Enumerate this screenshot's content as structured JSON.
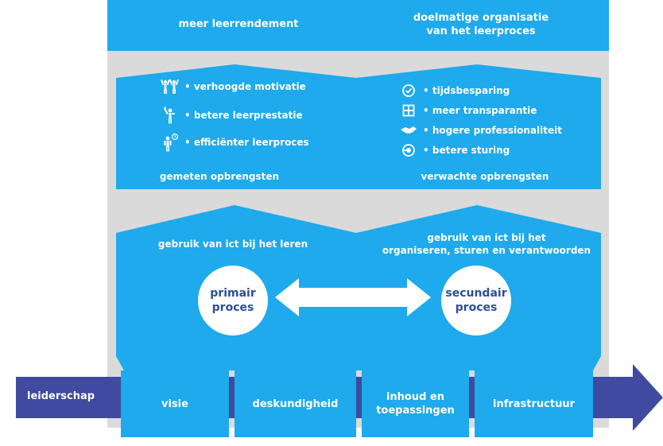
{
  "top": {
    "left_label": "meer leerrendement",
    "right_label_line1": "doelmatige organisatie",
    "right_label_line2": "van het leerproces"
  },
  "benefits": {
    "measured": {
      "items": [
        {
          "icon": "people-cheering-icon",
          "label": "• verhoogde motivatie"
        },
        {
          "icon": "person-reaching-icon",
          "label": "• betere leerprestatie"
        },
        {
          "icon": "person-clock-icon",
          "label": "• efficiënter leerproces"
        }
      ],
      "title": "gemeten opbrengsten"
    },
    "expected": {
      "items": [
        {
          "icon": "clock-check-icon",
          "label": "• tijdsbesparing"
        },
        {
          "icon": "window-grid-icon",
          "label": "• meer transparantie"
        },
        {
          "icon": "handshake-icon",
          "label": "• hogere professionaliteit"
        },
        {
          "icon": "steering-icon",
          "label": "• betere sturing"
        }
      ],
      "title": "verwachte opbrengsten"
    }
  },
  "processes": {
    "left_heading": "gebruik van ict  bij het leren",
    "right_heading_line1": "gebruik van ict bij het",
    "right_heading_line2": "organiseren, sturen en verantwoorden",
    "primary_line1": "primair",
    "primary_line2": "proces",
    "secondary_line1": "secundair",
    "secondary_line2": "proces"
  },
  "foundation": {
    "arrow_label": "leiderschap",
    "boxes": [
      {
        "line1": "visie",
        "line2": ""
      },
      {
        "line1": "deskundigheid",
        "line2": ""
      },
      {
        "line1": "inhoud en",
        "line2": "toepassingen"
      },
      {
        "line1": "infrastructuur",
        "line2": ""
      }
    ]
  },
  "colors": {
    "light_blue": "#1eaaec",
    "dark_blue": "#2b4f97",
    "gray": "#dadada",
    "white": "#ffffff"
  }
}
